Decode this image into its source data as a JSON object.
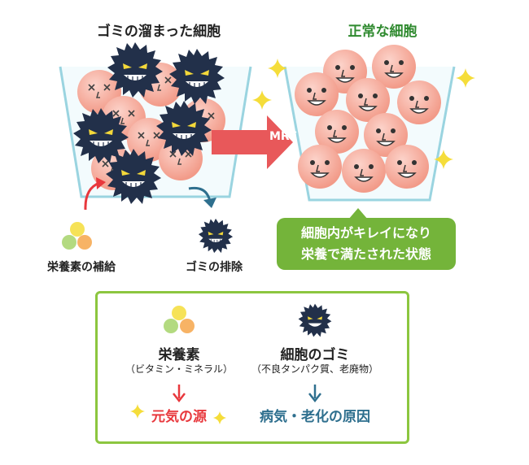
{
  "left": {
    "title": "ゴミの溜まった細胞",
    "nutrient_label": "栄養素の補給",
    "waste_label": "ゴミの排除"
  },
  "right": {
    "title": "正常な細胞",
    "callout_line1": "細胞内がキレイになり",
    "callout_line2": "栄養で満たされた状態"
  },
  "arrow": {
    "label": "MRE"
  },
  "legend": {
    "nutrient": {
      "title": "栄養素",
      "sub": "（ビタミン・ミネラル）",
      "result": "元気の源"
    },
    "waste": {
      "title": "細胞のゴミ",
      "sub": "（不良タンパク質、老廃物）",
      "result": "病気・老化の原因"
    }
  },
  "colors": {
    "cell": "#f7a697",
    "cell_shade": "#ee8777",
    "germ": "#22304a",
    "green": "#74b43a",
    "red_arrow": "#e8383d",
    "teal_arrow": "#2e6f8e",
    "sparkle": "#f5dd3a"
  }
}
